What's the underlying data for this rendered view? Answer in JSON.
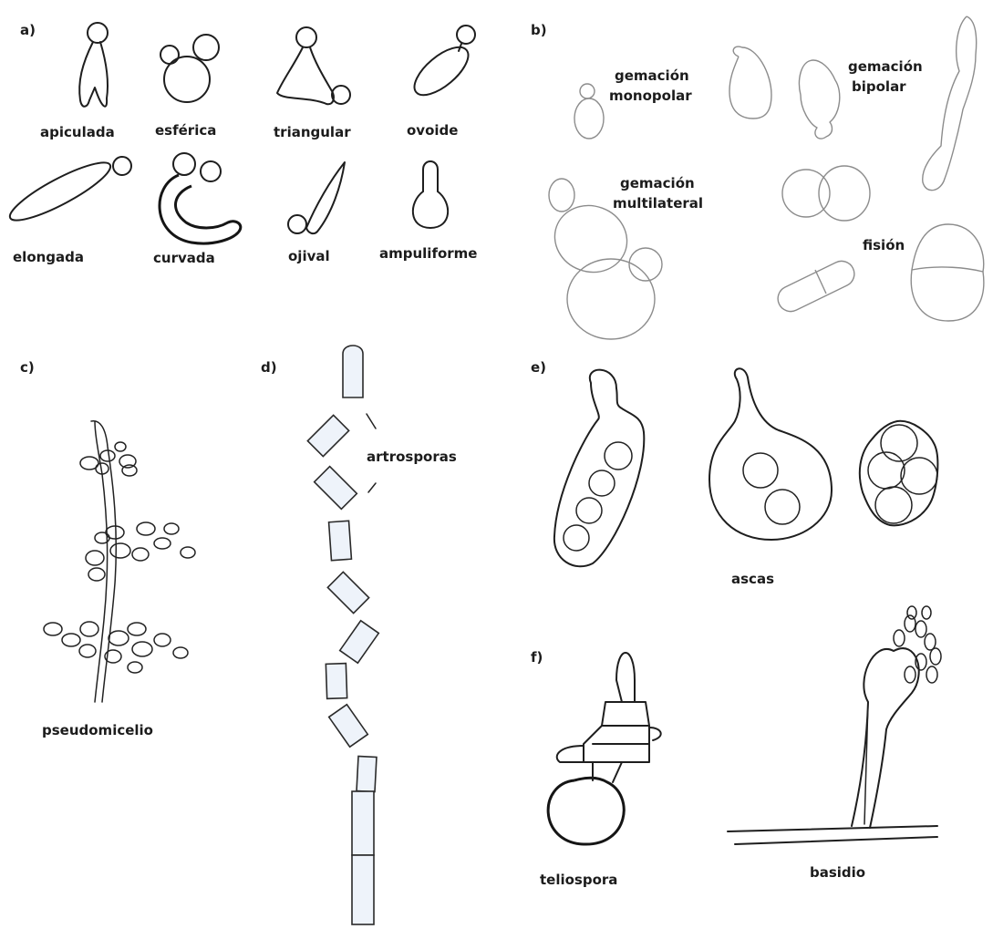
{
  "panels": {
    "a": "a)",
    "b": "b)",
    "c": "c)",
    "d": "d)",
    "e": "e)",
    "f": "f)"
  },
  "shapes": {
    "apiculada": "apiculada",
    "esferica": "esférica",
    "triangular": "triangular",
    "ovoide": "ovoide",
    "elongada": "elongada",
    "curvada": "curvada",
    "ojival": "ojival",
    "ampuliforme": "ampuliforme"
  },
  "budding": {
    "monopolar_1": "gemación",
    "monopolar_2": "monopolar",
    "bipolar_1": "gemación",
    "bipolar_2": "bipolar",
    "multilateral_1": "gemación",
    "multilateral_2": "multilateral",
    "fision": "fisión"
  },
  "structures": {
    "pseudomicelio": "pseudomicelio",
    "artrosporas": "artrosporas",
    "ascas": "ascas",
    "teliospora": "teliospora",
    "basidio": "basidio"
  }
}
